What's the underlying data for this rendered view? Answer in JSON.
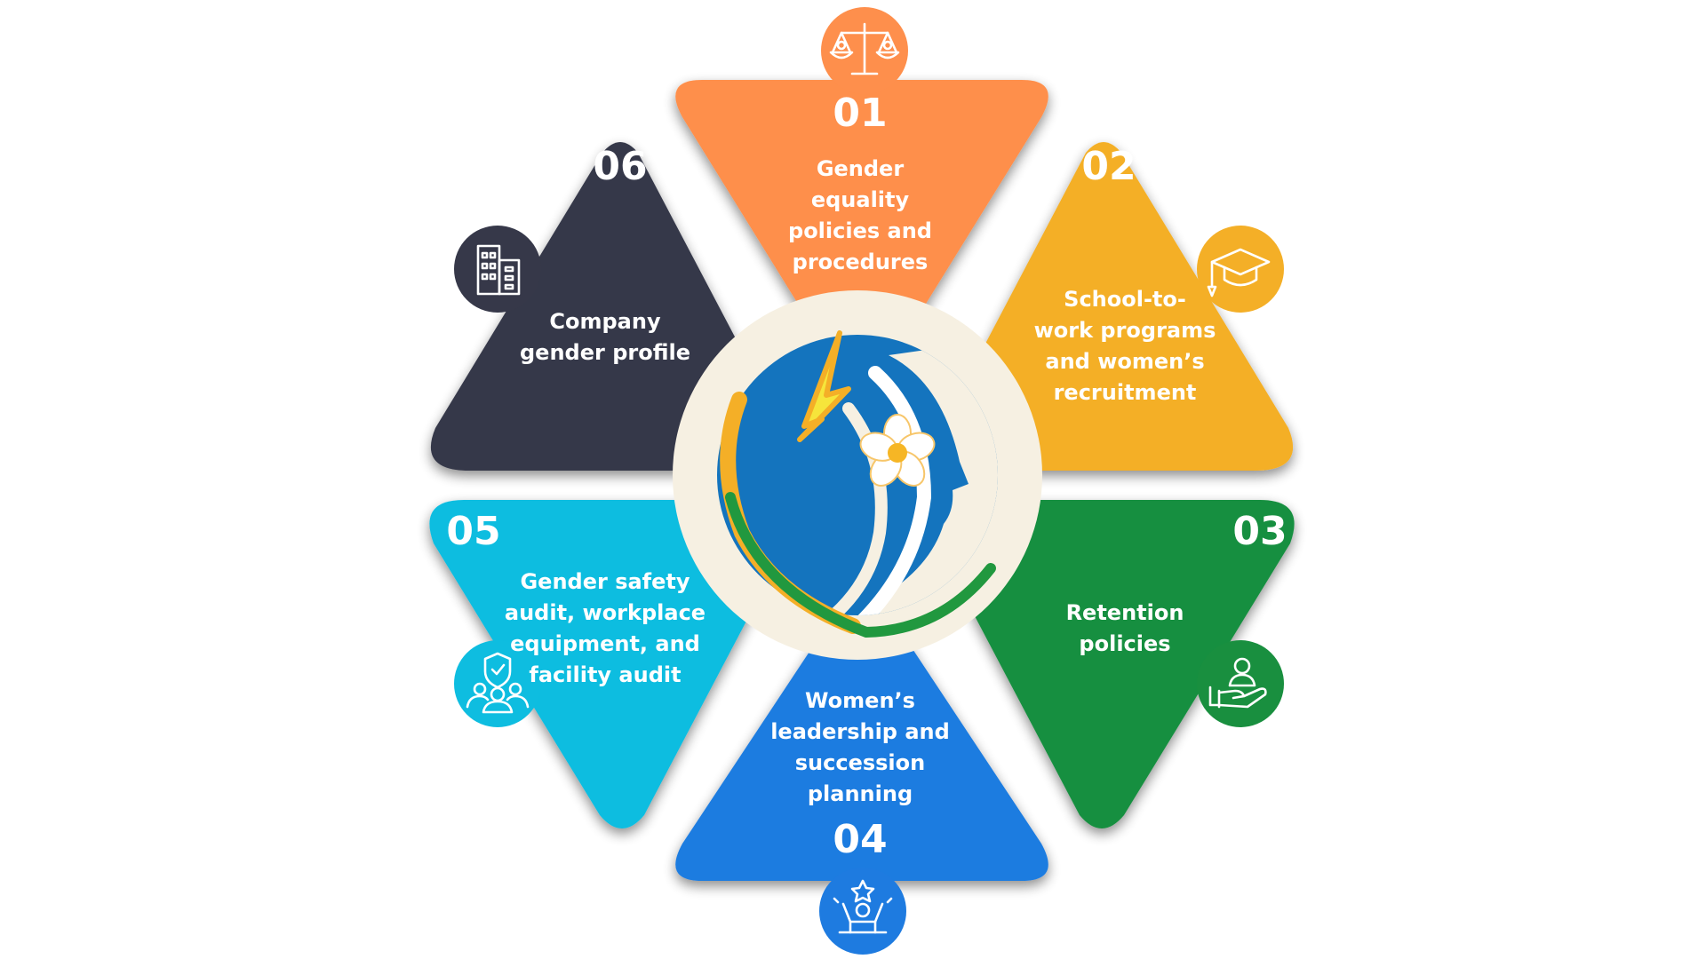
{
  "segments": [
    {
      "number": "01",
      "lines": [
        "Gender",
        "equality",
        "policies and",
        "procedures"
      ],
      "color": "#FE8F4C",
      "icon": "scales-gender-icon"
    },
    {
      "number": "02",
      "lines": [
        "School-to-",
        "work programs",
        "and women’s",
        "recruitment"
      ],
      "color": "#F4AF27",
      "icon": "graduation-cap-icon"
    },
    {
      "number": "03",
      "lines": [
        "Retention",
        "policies"
      ],
      "color": "#198F3F",
      "icon": "hand-person-icon"
    },
    {
      "number": "04",
      "lines": [
        "Women’s",
        "leadership and",
        "succession",
        "planning"
      ],
      "color": "#1E7BE0",
      "icon": "celebrating-person-icon"
    },
    {
      "number": "05",
      "lines": [
        "Gender safety",
        "audit, workplace",
        "equipment, and",
        "facility audit"
      ],
      "color": "#0EBDE0",
      "icon": "shield-team-icon"
    },
    {
      "number": "06",
      "lines": [
        "Company",
        "gender profile"
      ],
      "color": "#363849",
      "icon": "building-icon"
    }
  ],
  "center": {
    "icon": "woman-profile-flower-logo-icon",
    "background": "#F6F0E2"
  }
}
